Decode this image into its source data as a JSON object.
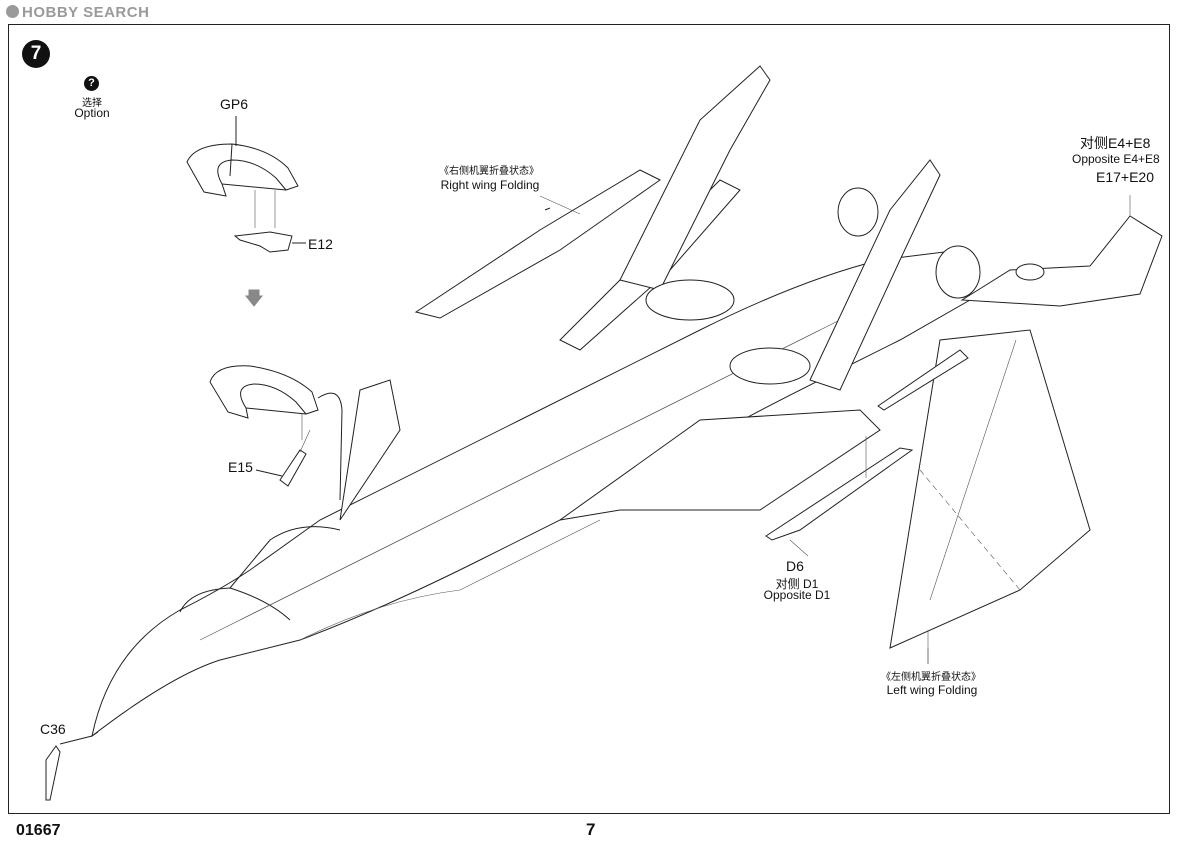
{
  "watermark": {
    "brand": "HOBBY SEARCH"
  },
  "step": {
    "number": "7"
  },
  "option": {
    "icon": "?",
    "label_cn": "选择",
    "label_en": "Option"
  },
  "parts": {
    "gp6": "GP6",
    "e12": "E12",
    "e15": "E15",
    "c36": "C36",
    "d6": "D6",
    "d1_cn": "对侧  D1",
    "d1_en": "Opposite D1",
    "e4e8_cn": "对侧E4+E8",
    "e4e8_en": "Opposite E4+E8",
    "e17e20": "E17+E20"
  },
  "callouts": {
    "right_wing_cn": "《右侧机翼折叠状态》",
    "right_wing_en": "Right wing Folding",
    "left_wing_cn": "《左侧机翼折叠状态》",
    "left_wing_en": "Left wing Folding"
  },
  "footer": {
    "code": "01667",
    "page": "7"
  },
  "colors": {
    "line": "#222222",
    "watermark": "#9a9a9a",
    "background": "#ffffff"
  }
}
